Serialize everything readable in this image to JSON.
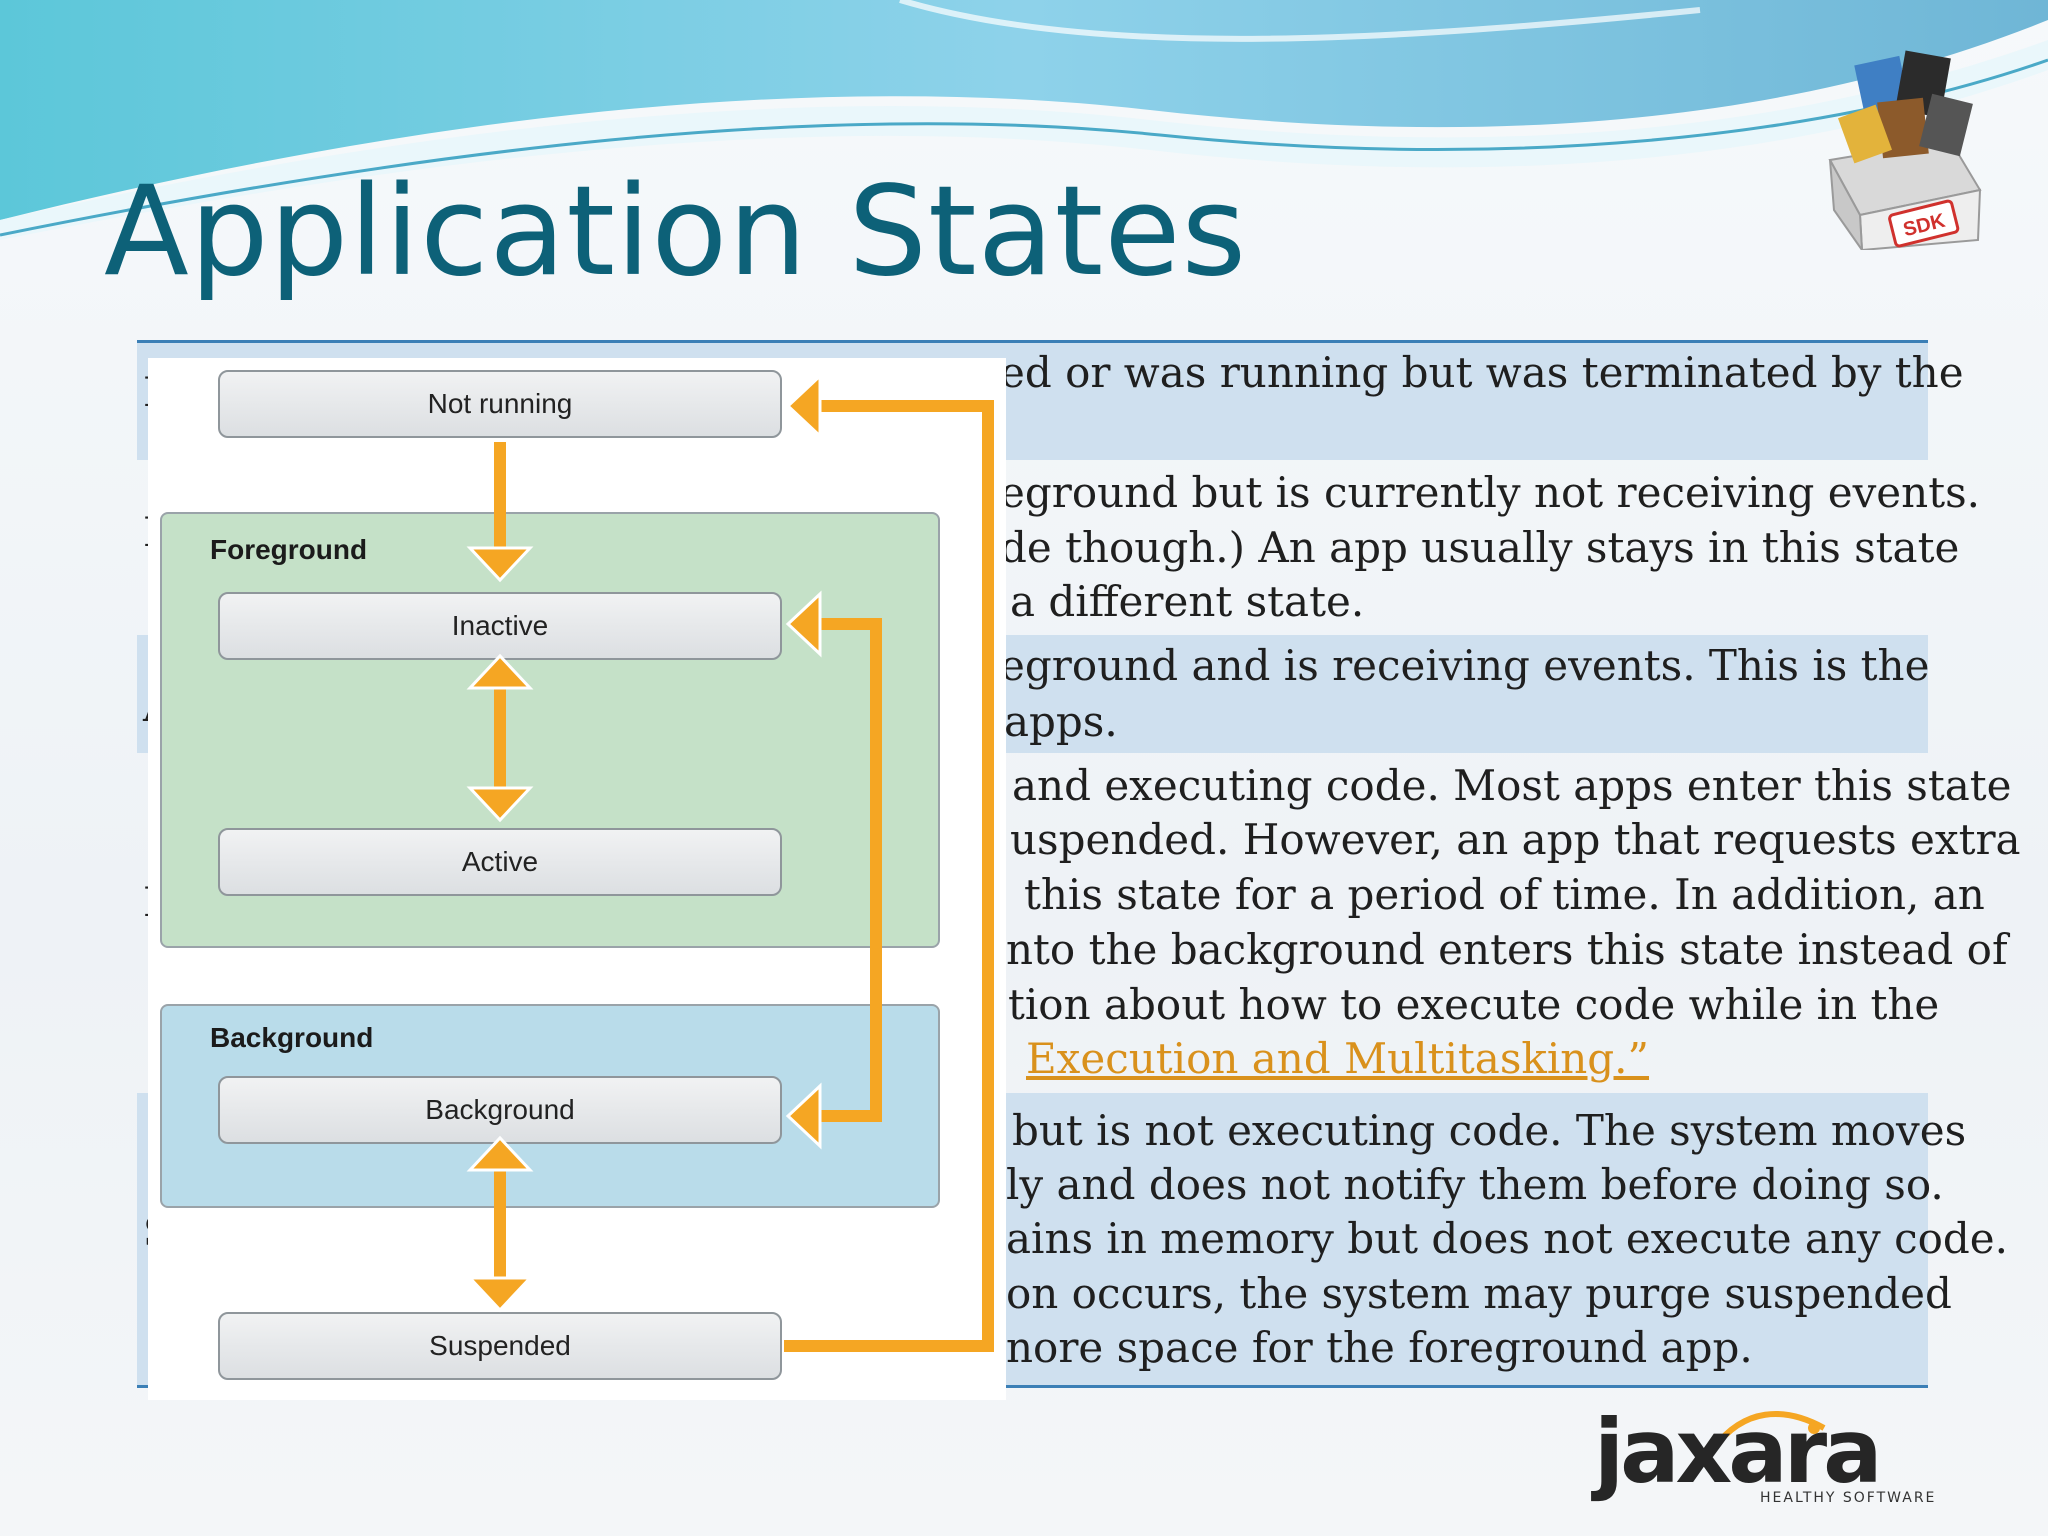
{
  "slide": {
    "title": "Application States"
  },
  "table": {
    "rows": [
      {
        "lines": [
          "ed or was running but was terminated by the"
        ]
      },
      {
        "lines": [
          "eground but is currently not receiving events.",
          "de though.) An app usually stays in this state",
          "a different state."
        ]
      },
      {
        "lines": [
          "eground and is receiving events. This is the",
          "apps."
        ]
      },
      {
        "lines": [
          "and executing code. Most apps enter this state",
          "uspended. However, an app that requests extra",
          "this state for a period of time. In addition, an",
          "nto the background enters this state instead of",
          "tion about how to execute code while in the"
        ],
        "link": "Execution and Multitasking.”"
      },
      {
        "lines": [
          "but is not executing code. The system moves",
          "ly and does not notify them before doing so.",
          "ains in memory but does not execute any code.",
          "on occurs, the system may purge suspended",
          "nore space for the foreground app."
        ]
      }
    ]
  },
  "diagram": {
    "groups": {
      "foreground": "Foreground",
      "background": "Background"
    },
    "states": {
      "not_running": "Not running",
      "inactive": "Inactive",
      "active": "Active",
      "background": "Background",
      "suspended": "Suspended"
    },
    "arrow_color": "#f5a623"
  },
  "logo": {
    "name": "jaxara",
    "tagline": "HEALTHY SOFTWARE"
  },
  "sdk_badge": "SDK"
}
